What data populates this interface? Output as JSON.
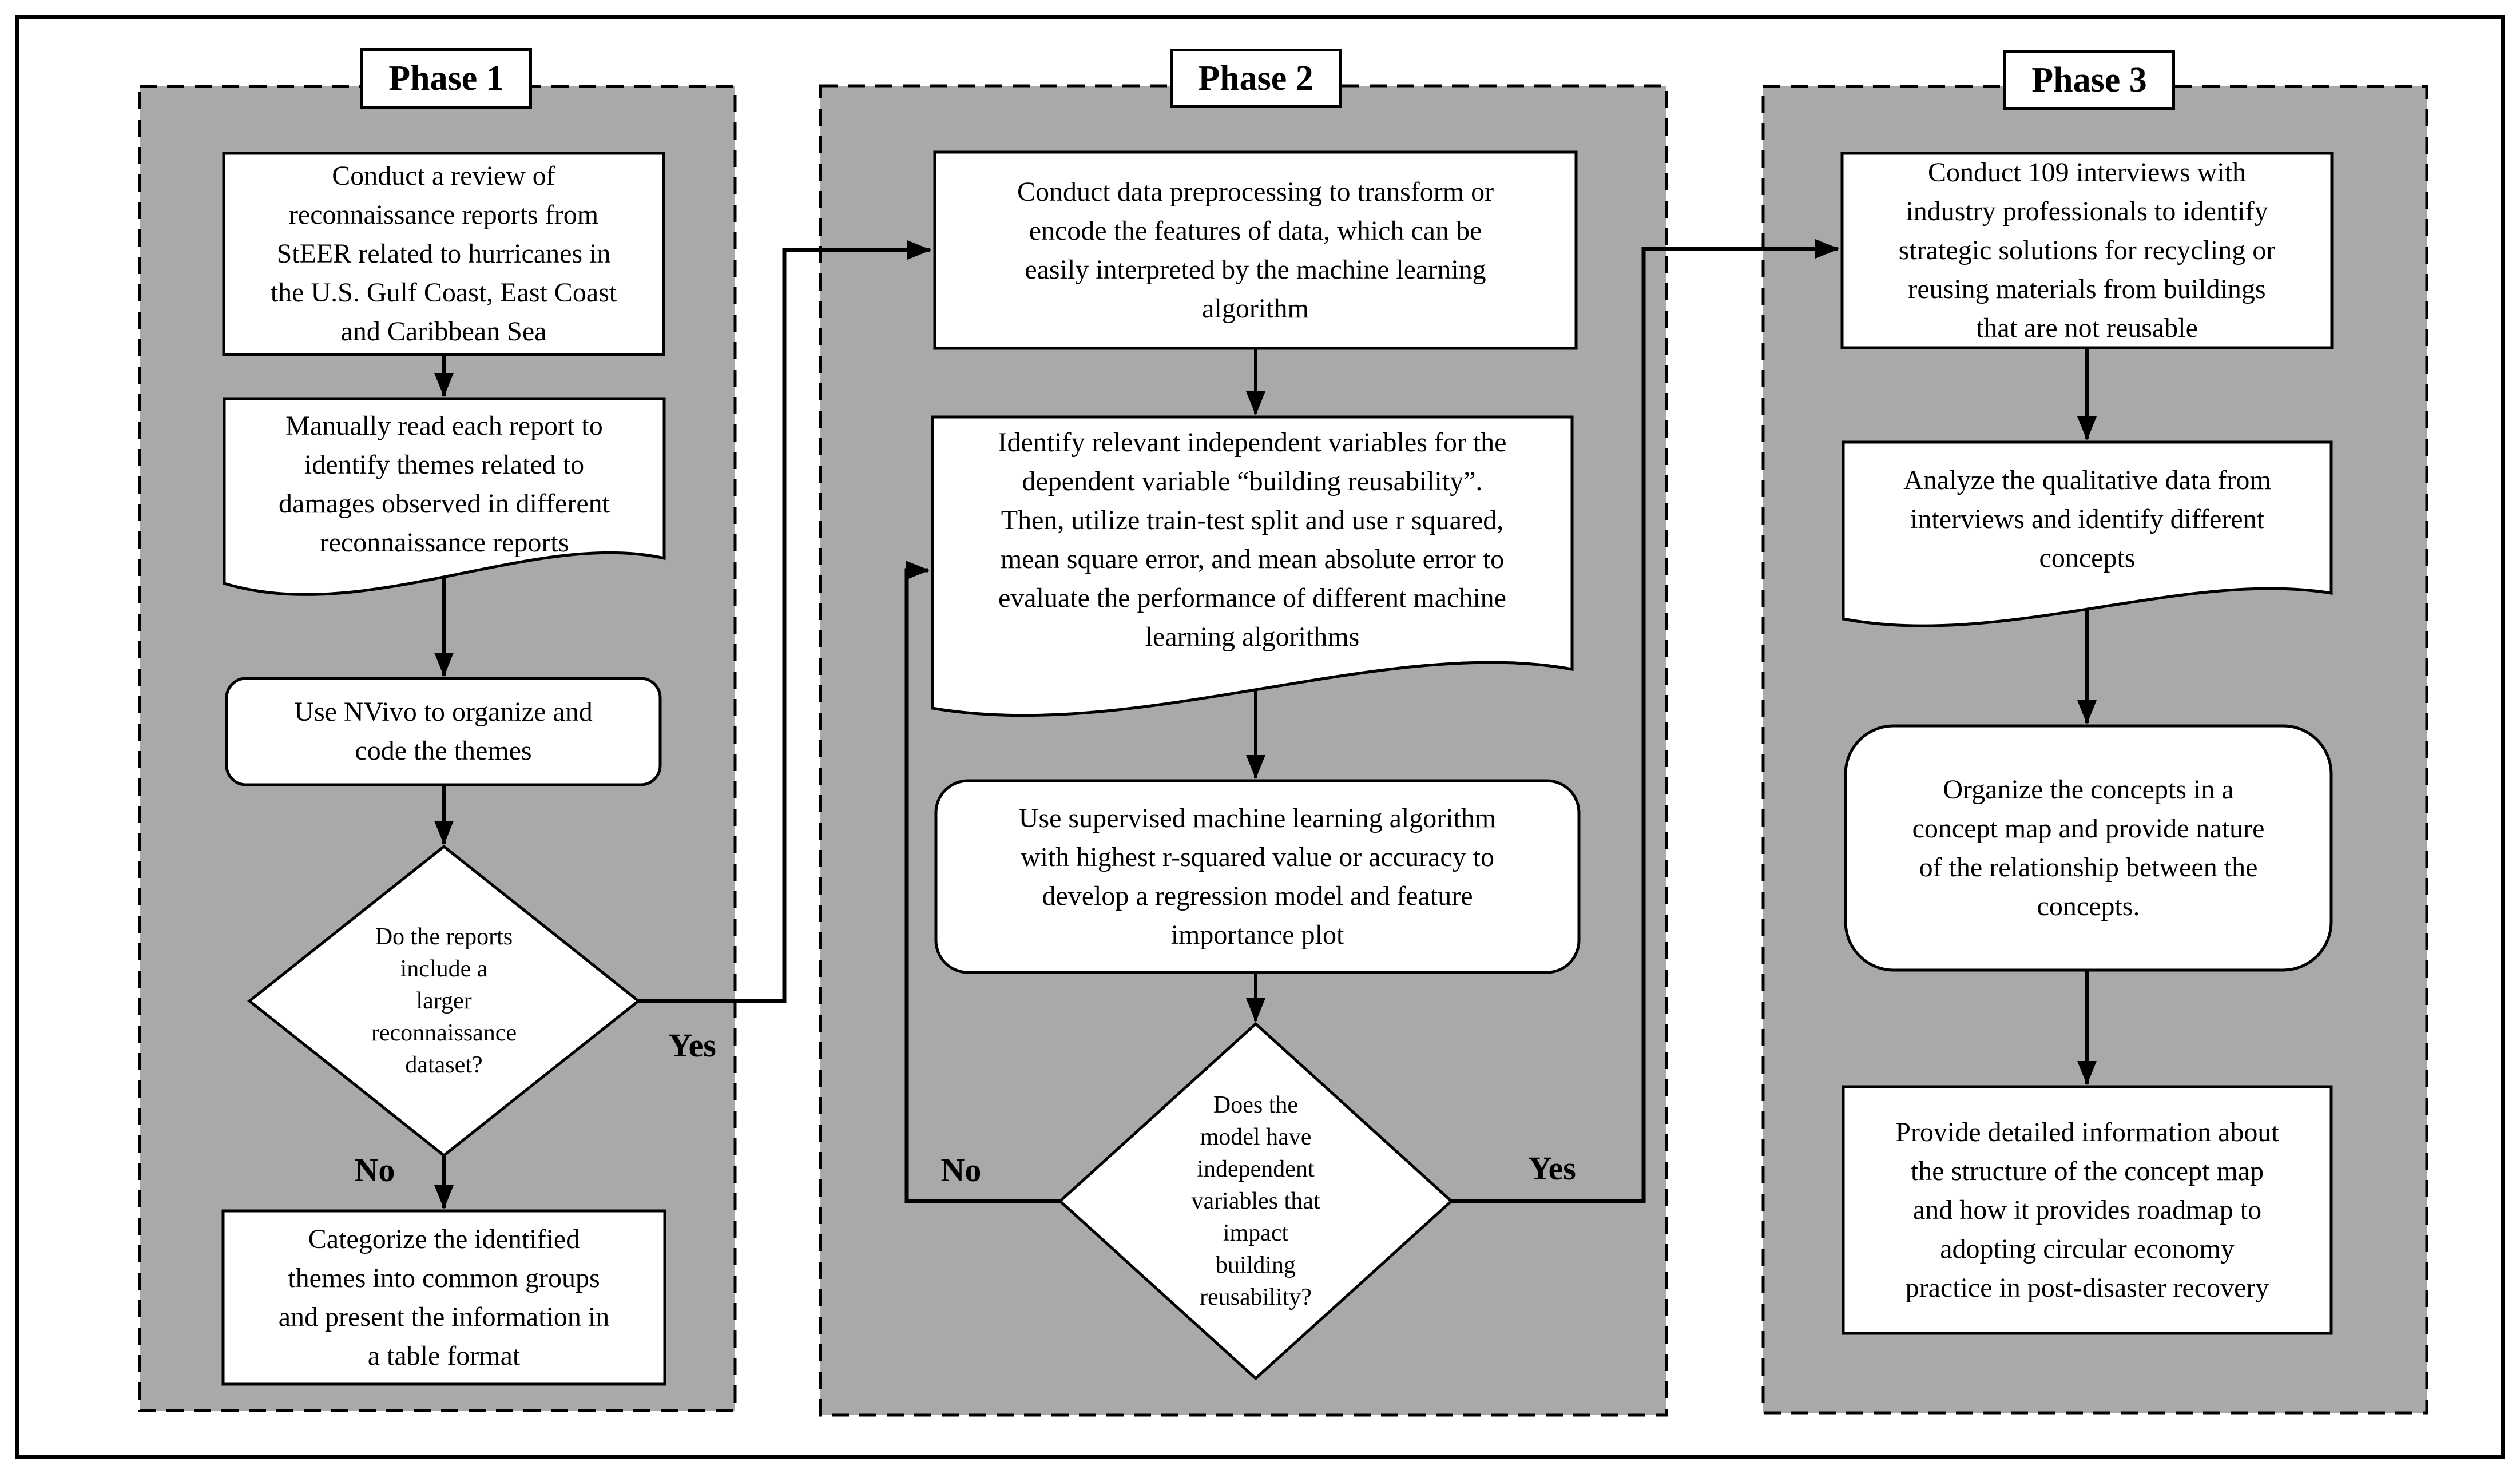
{
  "colors": {
    "panel": "#a9a9a9",
    "shape_fill": "#ffffff",
    "line": "#000000"
  },
  "phases": [
    {
      "title": "Phase 1",
      "nodes": [
        {
          "type": "process",
          "text": "Conduct a review of\nreconnaissance reports from\nStEER related to hurricanes in\nthe U.S. Gulf Coast, East Coast\nand Caribbean Sea"
        },
        {
          "type": "document",
          "text": "Manually read each report to\nidentify themes related to\ndamages observed in different\nreconnaissance reports"
        },
        {
          "type": "rounded-process",
          "text": "Use NVivo to organize and\ncode the themes"
        },
        {
          "type": "decision",
          "text": "Do the reports\ninclude a\nlarger\nreconnaissance\ndataset?",
          "branch_yes": "Yes",
          "branch_no": "No"
        },
        {
          "type": "process",
          "text": "Categorize the identified\nthemes into common groups\nand present the information in\na table format"
        }
      ]
    },
    {
      "title": "Phase 2",
      "nodes": [
        {
          "type": "process",
          "text": "Conduct data preprocessing to transform or\nencode the features of data, which can be\neasily interpreted by the machine learning\nalgorithm"
        },
        {
          "type": "document",
          "text": "Identify relevant independent variables for the\ndependent variable “building reusability”.\nThen, utilize train-test split and use r squared,\nmean square error, and mean absolute error to\nevaluate the performance of different machine\nlearning algorithms"
        },
        {
          "type": "rounded-process",
          "text": "Use supervised machine learning algorithm\nwith highest r-squared value or accuracy to\ndevelop a regression model and feature\nimportance plot"
        },
        {
          "type": "decision",
          "text": "Does the\nmodel have\nindependent\nvariables that\nimpact\nbuilding\nreusability?",
          "branch_yes": "Yes",
          "branch_no": "No"
        }
      ]
    },
    {
      "title": "Phase 3",
      "nodes": [
        {
          "type": "process",
          "text": "Conduct 109 interviews with\nindustry professionals to identify\nstrategic solutions for recycling or\nreusing materials from buildings\nthat are not reusable"
        },
        {
          "type": "document",
          "text": "Analyze the qualitative data from\ninterviews and identify different\nconcepts"
        },
        {
          "type": "rounded-process",
          "text": "Organize the concepts in a\nconcept map and provide nature\nof the relationship between the\nconcepts."
        },
        {
          "type": "process",
          "text": "Provide detailed information about\nthe structure of the concept map\nand how it provides roadmap to\nadopting circular economy\npractice in post-disaster recovery"
        }
      ]
    }
  ]
}
